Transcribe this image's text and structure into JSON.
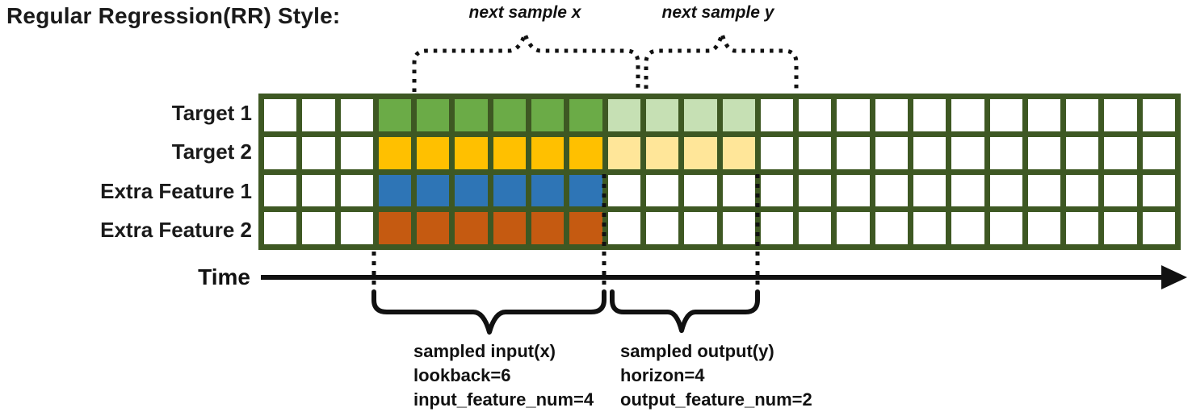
{
  "title": "Regular Regression(RR) Style:",
  "colors": {
    "grid_border": "#3E5823",
    "target1_lookback": "#6BAB47",
    "target1_horizon": "#C6E0B4",
    "target2_lookback": "#FFC000",
    "target2_horizon": "#FFE699",
    "extra1_lookback": "#2E75B6",
    "extra2_lookback": "#C55A11",
    "annotation": "#111111"
  },
  "grid": {
    "n_cols": 24,
    "n_rows": 4,
    "lookback_start_col": 3,
    "lookback_len": 6,
    "horizon_len": 4,
    "rows": [
      {
        "label": "Target 1",
        "lookback_color": "#6BAB47",
        "horizon_color": "#C6E0B4"
      },
      {
        "label": "Target 2",
        "lookback_color": "#FFC000",
        "horizon_color": "#FFE699"
      },
      {
        "label": "Extra Feature 1",
        "lookback_color": "#2E75B6",
        "horizon_color": null
      },
      {
        "label": "Extra Feature 2",
        "lookback_color": "#C55A11",
        "horizon_color": null
      }
    ]
  },
  "annotations": {
    "next_sample_x": "next sample x",
    "next_sample_y": "next sample y",
    "time_label": "Time",
    "input_lines": [
      "sampled input(x)",
      "lookback=6",
      "input_feature_num=4"
    ],
    "output_lines": [
      "sampled output(y)",
      "horizon=4",
      "output_feature_num=2"
    ]
  }
}
